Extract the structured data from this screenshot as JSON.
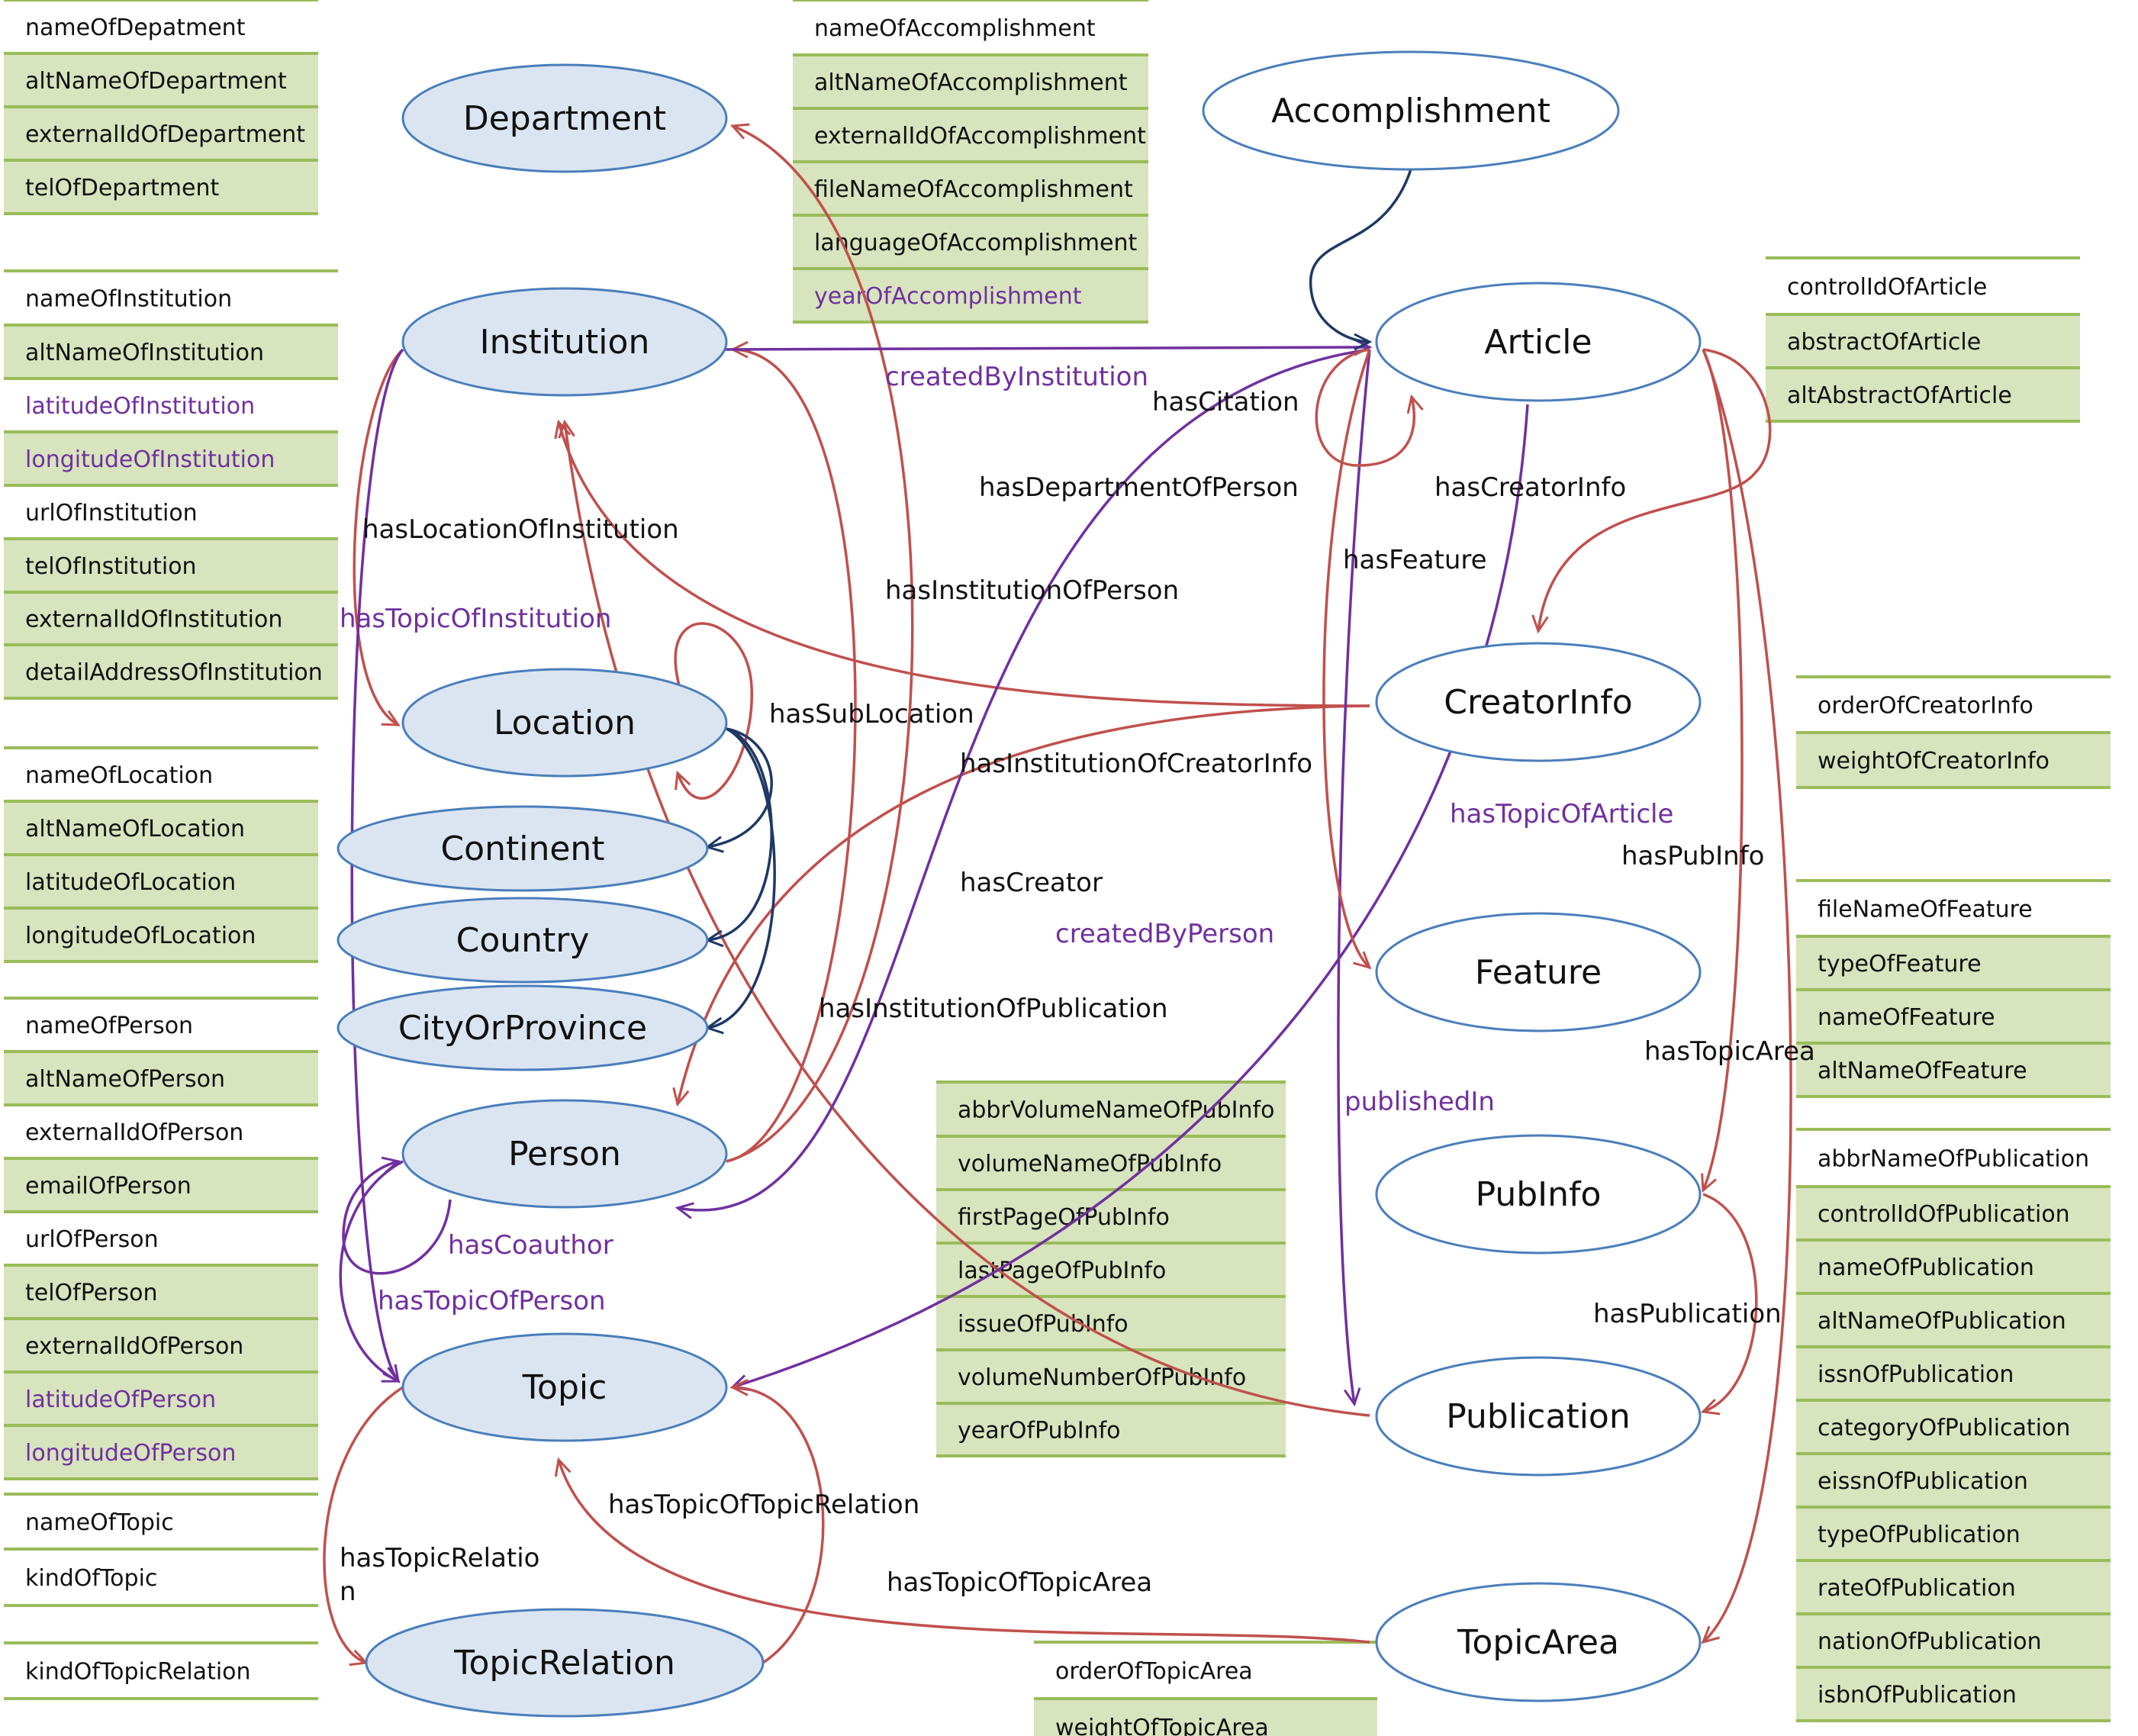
{
  "colors": {
    "black_edge": "#c0504d",
    "purple_edge": "#7030a0",
    "navy_edge": "#1f3864",
    "text_black": "#111111",
    "text_purple": "#7030a0",
    "node_blue_fill": "#dbe5f1",
    "node_white_fill": "#ffffff",
    "node_border": "#4a7ebb",
    "attr_green": "#d7e4bd",
    "attr_rule": "#9bbb59"
  },
  "nodes": [
    {
      "id": "department",
      "label": "Department",
      "fill": "blue"
    },
    {
      "id": "institution",
      "label": "Institution",
      "fill": "blue"
    },
    {
      "id": "location",
      "label": "Location",
      "fill": "blue"
    },
    {
      "id": "continent",
      "label": "Continent",
      "fill": "blue"
    },
    {
      "id": "country",
      "label": "Country",
      "fill": "blue"
    },
    {
      "id": "city",
      "label": "CityOrProvince",
      "fill": "blue"
    },
    {
      "id": "person",
      "label": "Person",
      "fill": "blue"
    },
    {
      "id": "topic",
      "label": "Topic",
      "fill": "blue"
    },
    {
      "id": "topicrelation",
      "label": "TopicRelation",
      "fill": "blue"
    },
    {
      "id": "accomplishment",
      "label": "Accomplishment",
      "fill": "white"
    },
    {
      "id": "article",
      "label": "Article",
      "fill": "white"
    },
    {
      "id": "creatorinfo",
      "label": "CreatorInfo",
      "fill": "white"
    },
    {
      "id": "feature",
      "label": "Feature",
      "fill": "white"
    },
    {
      "id": "pubinfo",
      "label": "PubInfo",
      "fill": "white"
    },
    {
      "id": "publication",
      "label": "Publication",
      "fill": "white"
    },
    {
      "id": "topicarea",
      "label": "TopicArea",
      "fill": "white"
    }
  ],
  "attribute_tables": [
    {
      "id": "dept",
      "rows": [
        {
          "text": "nameOfDepatment",
          "shade": false,
          "purple": false
        },
        {
          "text": "altNameOfDepartment",
          "shade": true,
          "purple": false
        },
        {
          "text": "externalIdOfDepartment",
          "shade": true,
          "purple": false
        },
        {
          "text": "telOfDepartment",
          "shade": true,
          "purple": false
        }
      ]
    },
    {
      "id": "inst",
      "rows": [
        {
          "text": "nameOfInstitution",
          "shade": false,
          "purple": false
        },
        {
          "text": "altNameOfInstitution",
          "shade": true,
          "purple": false
        },
        {
          "text": "latitudeOfInstitution",
          "shade": false,
          "purple": true
        },
        {
          "text": "longitudeOfInstitution",
          "shade": true,
          "purple": true
        },
        {
          "text": "urlOfInstitution",
          "shade": false,
          "purple": false
        },
        {
          "text": "telOfInstitution",
          "shade": true,
          "purple": false
        },
        {
          "text": "externalIdOfInstitution",
          "shade": true,
          "purple": false
        },
        {
          "text": "detailAddressOfInstitution",
          "shade": true,
          "purple": false
        }
      ]
    },
    {
      "id": "loc",
      "rows": [
        {
          "text": "nameOfLocation",
          "shade": false,
          "purple": false
        },
        {
          "text": "altNameOfLocation",
          "shade": true,
          "purple": false
        },
        {
          "text": "latitudeOfLocation",
          "shade": true,
          "purple": false
        },
        {
          "text": "longitudeOfLocation",
          "shade": true,
          "purple": false
        }
      ]
    },
    {
      "id": "person",
      "rows": [
        {
          "text": "nameOfPerson",
          "shade": false,
          "purple": false
        },
        {
          "text": "altNameOfPerson",
          "shade": true,
          "purple": false
        },
        {
          "text": "externalIdOfPerson",
          "shade": false,
          "purple": false
        },
        {
          "text": "emailOfPerson",
          "shade": true,
          "purple": false
        },
        {
          "text": "urlOfPerson",
          "shade": false,
          "purple": false
        },
        {
          "text": "telOfPerson",
          "shade": true,
          "purple": false
        },
        {
          "text": "externalIdOfPerson",
          "shade": true,
          "purple": false
        },
        {
          "text": "latitudeOfPerson",
          "shade": true,
          "purple": true
        },
        {
          "text": "longitudeOfPerson",
          "shade": true,
          "purple": true
        }
      ]
    },
    {
      "id": "topic",
      "rows": [
        {
          "text": "nameOfTopic",
          "shade": false,
          "purple": false
        },
        {
          "text": "kindOfTopic",
          "shade": false,
          "purple": false
        }
      ]
    },
    {
      "id": "topicrel",
      "rows": [
        {
          "text": "kindOfTopicRelation",
          "shade": false,
          "purple": false
        }
      ]
    },
    {
      "id": "accomp",
      "rows": [
        {
          "text": "nameOfAccomplishment",
          "shade": false,
          "purple": false
        },
        {
          "text": "altNameOfAccomplishment",
          "shade": true,
          "purple": false
        },
        {
          "text": "externalIdOfAccomplishment",
          "shade": true,
          "purple": false
        },
        {
          "text": "fileNameOfAccomplishment",
          "shade": true,
          "purple": false
        },
        {
          "text": "languageOfAccomplishment",
          "shade": true,
          "purple": false
        },
        {
          "text": "yearOfAccomplishment",
          "shade": true,
          "purple": true
        }
      ]
    },
    {
      "id": "article",
      "rows": [
        {
          "text": "controlIdOfArticle",
          "shade": false,
          "purple": false
        },
        {
          "text": "abstractOfArticle",
          "shade": true,
          "purple": false
        },
        {
          "text": "altAbstractOfArticle",
          "shade": true,
          "purple": false
        }
      ]
    },
    {
      "id": "creator",
      "rows": [
        {
          "text": "orderOfCreatorInfo",
          "shade": false,
          "purple": false
        },
        {
          "text": "weightOfCreatorInfo",
          "shade": true,
          "purple": false
        }
      ]
    },
    {
      "id": "feature",
      "rows": [
        {
          "text": "fileNameOfFeature",
          "shade": false,
          "purple": false
        },
        {
          "text": "typeOfFeature",
          "shade": true,
          "purple": false
        },
        {
          "text": "nameOfFeature",
          "shade": true,
          "purple": false
        },
        {
          "text": "altNameOfFeature",
          "shade": true,
          "purple": false
        }
      ]
    },
    {
      "id": "pubinfo",
      "rows": [
        {
          "text": "abbrVolumeNameOfPubInfo",
          "shade": true,
          "purple": false
        },
        {
          "text": "volumeNameOfPubInfo",
          "shade": true,
          "purple": false
        },
        {
          "text": "firstPageOfPubInfo",
          "shade": true,
          "purple": false
        },
        {
          "text": "lastPageOfPubInfo",
          "shade": true,
          "purple": false
        },
        {
          "text": "issueOfPubInfo",
          "shade": true,
          "purple": false
        },
        {
          "text": "volumeNumberOfPubInfo",
          "shade": true,
          "purple": false
        },
        {
          "text": "yearOfPubInfo",
          "shade": true,
          "purple": false
        }
      ]
    },
    {
      "id": "publication",
      "rows": [
        {
          "text": "abbrNameOfPublication",
          "shade": false,
          "purple": false
        },
        {
          "text": "controlIdOfPublication",
          "shade": true,
          "purple": false
        },
        {
          "text": "nameOfPublication",
          "shade": true,
          "purple": false
        },
        {
          "text": "altNameOfPublication",
          "shade": true,
          "purple": false
        },
        {
          "text": "issnOfPublication",
          "shade": true,
          "purple": false
        },
        {
          "text": "categoryOfPublication",
          "shade": true,
          "purple": false
        },
        {
          "text": "eissnOfPublication",
          "shade": true,
          "purple": false
        },
        {
          "text": "typeOfPublication",
          "shade": true,
          "purple": false
        },
        {
          "text": "rateOfPublication",
          "shade": true,
          "purple": false
        },
        {
          "text": "nationOfPublication",
          "shade": true,
          "purple": false
        },
        {
          "text": "isbnOfPublication",
          "shade": true,
          "purple": false
        }
      ]
    },
    {
      "id": "topicarea",
      "rows": [
        {
          "text": "orderOfTopicArea",
          "shade": false,
          "purple": false
        },
        {
          "text": "weightOfTopicArea",
          "shade": true,
          "purple": false
        }
      ]
    }
  ],
  "edge_labels": [
    {
      "id": "createdByInstitution",
      "text": "createdByInstitution",
      "purple": true
    },
    {
      "id": "hasCitation",
      "text": "hasCitation",
      "purple": false
    },
    {
      "id": "hasDepartmentOfPerson",
      "text": "hasDepartmentOfPerson",
      "purple": false
    },
    {
      "id": "hasCreatorInfo",
      "text": "hasCreatorInfo",
      "purple": false
    },
    {
      "id": "hasLocationOfInstitution",
      "text": "hasLocationOfInstitution",
      "purple": false
    },
    {
      "id": "hasFeature",
      "text": "hasFeature",
      "purple": false
    },
    {
      "id": "hasInstitutionOfPerson",
      "text": "hasInstitutionOfPerson",
      "purple": false
    },
    {
      "id": "hasTopicOfInstitution",
      "text": "hasTopicOfInstitution",
      "purple": true
    },
    {
      "id": "hasSubLocation",
      "text": "hasSubLocation",
      "purple": false
    },
    {
      "id": "hasInstitutionOfCreatorInfo",
      "text": "hasInstitutionOfCreatorInfo",
      "purple": false
    },
    {
      "id": "hasTopicOfArticle",
      "text": "hasTopicOfArticle",
      "purple": true
    },
    {
      "id": "hasPubInfo",
      "text": "hasPubInfo",
      "purple": false
    },
    {
      "id": "hasCreator",
      "text": "hasCreator",
      "purple": false
    },
    {
      "id": "createdByPerson",
      "text": "createdByPerson",
      "purple": true
    },
    {
      "id": "hasInstitutionOfPublication",
      "text": "hasInstitutionOfPublication",
      "purple": false
    },
    {
      "id": "hasTopicArea",
      "text": "hasTopicArea",
      "purple": false
    },
    {
      "id": "publishedIn",
      "text": "publishedIn",
      "purple": true
    },
    {
      "id": "hasCoauthor",
      "text": "hasCoauthor",
      "purple": true
    },
    {
      "id": "hasTopicOfPerson",
      "text": "hasTopicOfPerson",
      "purple": true
    },
    {
      "id": "hasPublication",
      "text": "hasPublication",
      "purple": false
    },
    {
      "id": "hasTopicOfTopicRelation",
      "text": "hasTopicOfTopicRelation",
      "purple": false
    },
    {
      "id": "hasTopicRelation1",
      "text": "hasTopicRelatio",
      "purple": false
    },
    {
      "id": "hasTopicRelation2",
      "text": "n",
      "purple": false
    },
    {
      "id": "hasTopicOfTopicArea",
      "text": "hasTopicOfTopicArea",
      "purple": false
    }
  ]
}
